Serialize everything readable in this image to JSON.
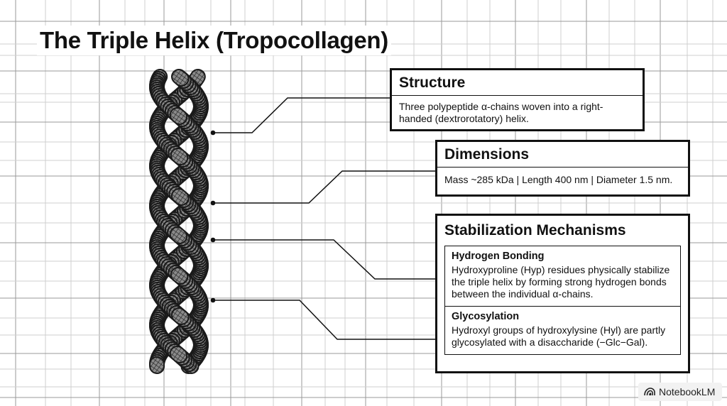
{
  "title": "The Triple Helix (Tropocollagen)",
  "structure": {
    "heading": "Structure",
    "text": "Three polypeptide α-chains woven into a right-handed (dextrorotatory) helix."
  },
  "dimensions": {
    "heading": "Dimensions",
    "text": "Mass ~285 kDa | Length 400 nm | Diameter 1.5 nm."
  },
  "stabilization": {
    "heading": "Stabilization Mechanisms",
    "items": [
      {
        "heading": "Hydrogen Bonding",
        "text": "Hydroxyproline (Hyp) residues physically stabilize the triple helix by forming strong hydrogen bonds between the individual α-chains."
      },
      {
        "heading": "Glycosylation",
        "text": "Hydroxyl groups of hydroxylysine (Hyl) are partly glycosylated with a disaccharide (−Glc−Gal)."
      }
    ]
  },
  "brand": {
    "label": "NotebookLM",
    "icon": "notebooklm-logo-icon"
  }
}
